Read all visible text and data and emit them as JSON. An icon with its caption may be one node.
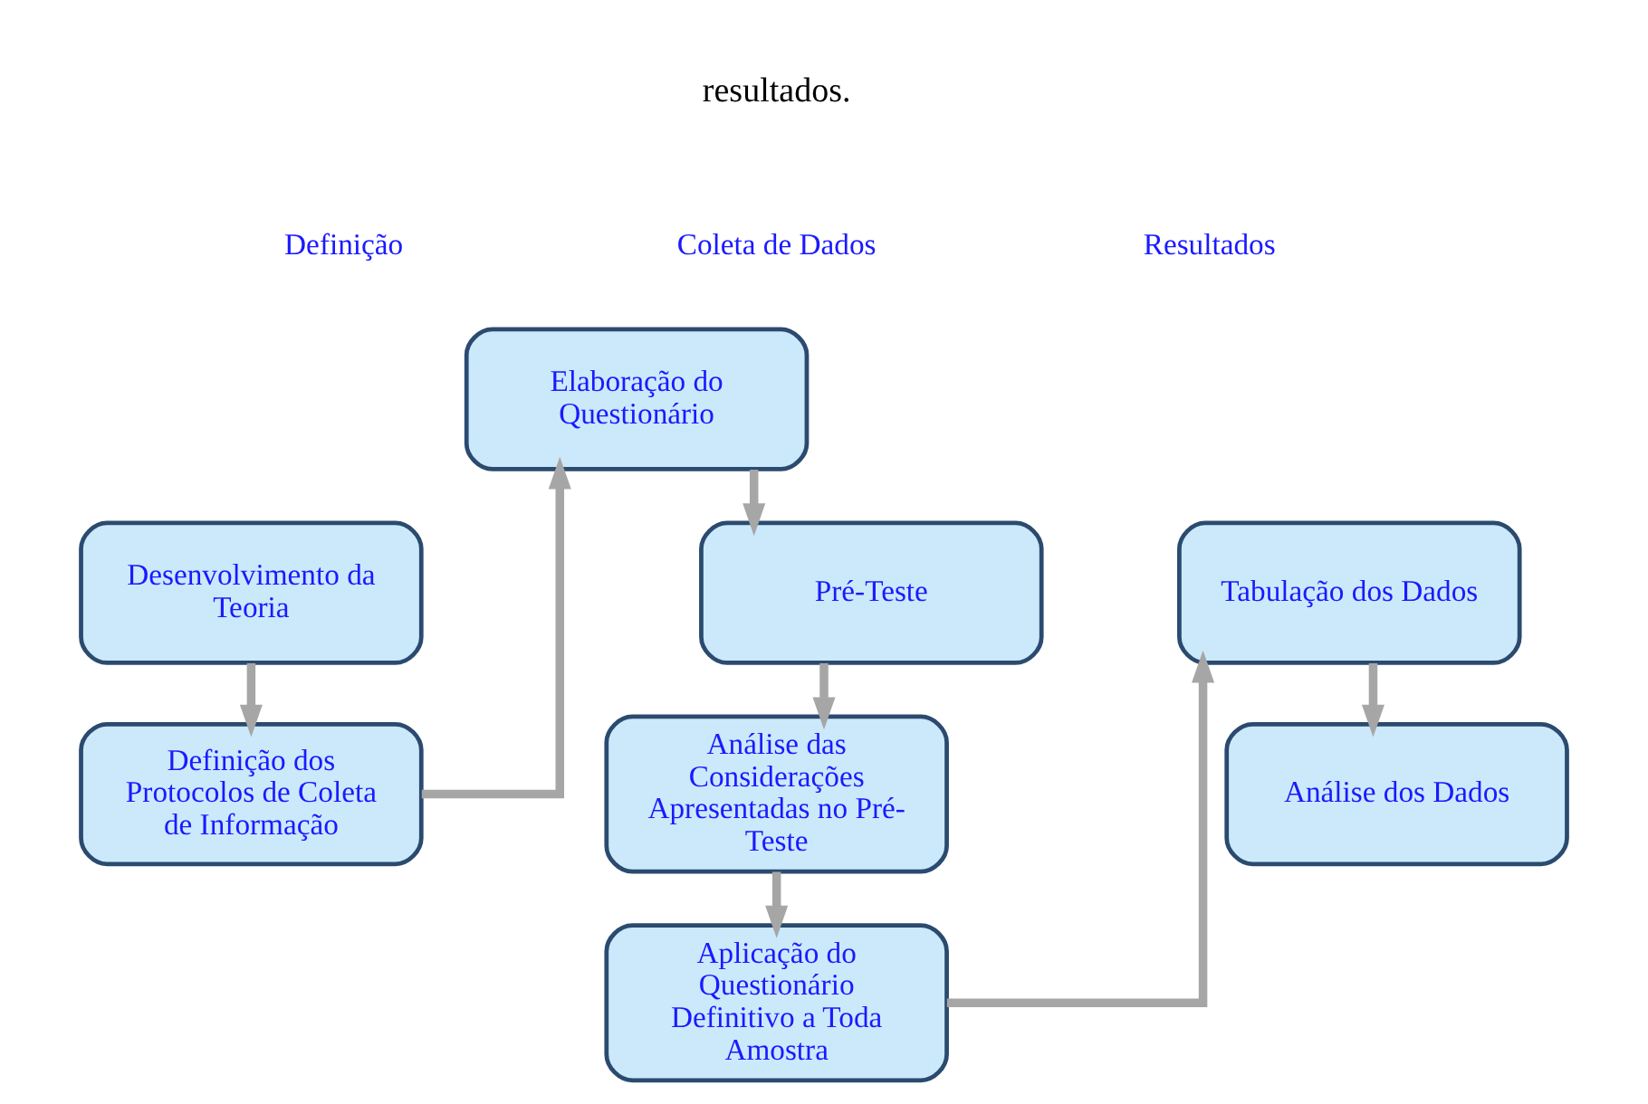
{
  "diagram": {
    "nodes": [
      {
        "text": [
          "Desenvolvimento da Teoria"
        ]
      },
      {
        "text": [
          "Definição dos Protocolos de Coleta de Informação"
        ]
      },
      {
        "text": [
          "Elaboração do Questionário"
        ]
      },
      {
        "text": [
          "Pré-Teste"
        ]
      },
      {
        "text": [
          "Análise das Considerações Apresentadas no Pré-Teste"
        ]
      },
      {
        "text": [
          "Aplicação do Questionário Definitivo a Toda Amostra"
        ]
      },
      {
        "text": [
          "Tabulação dos Dados"
        ]
      },
      {
        "text": [
          "Análise dos Dados"
        ]
      }
    ],
    "edges": [
      {
        "from": 0,
        "to": 1,
        "arrow": "to"
      },
      {
        "from": 1,
        "to": 2,
        "arrow": "to"
      },
      {
        "from": 2,
        "to": 3,
        "arrow": "to"
      },
      {
        "from": 3,
        "to": 4,
        "arrow": "to"
      },
      {
        "from": 4,
        "to": 5,
        "arrow": "to"
      },
      {
        "from": 5,
        "to": 6,
        "arrow": "to"
      },
      {
        "from": 6,
        "to": 7,
        "arrow": "to"
      }
    ],
    "labels": [
      "resultados.",
      "Definição",
      "Coleta de Dados",
      "Resultados"
    ]
  }
}
